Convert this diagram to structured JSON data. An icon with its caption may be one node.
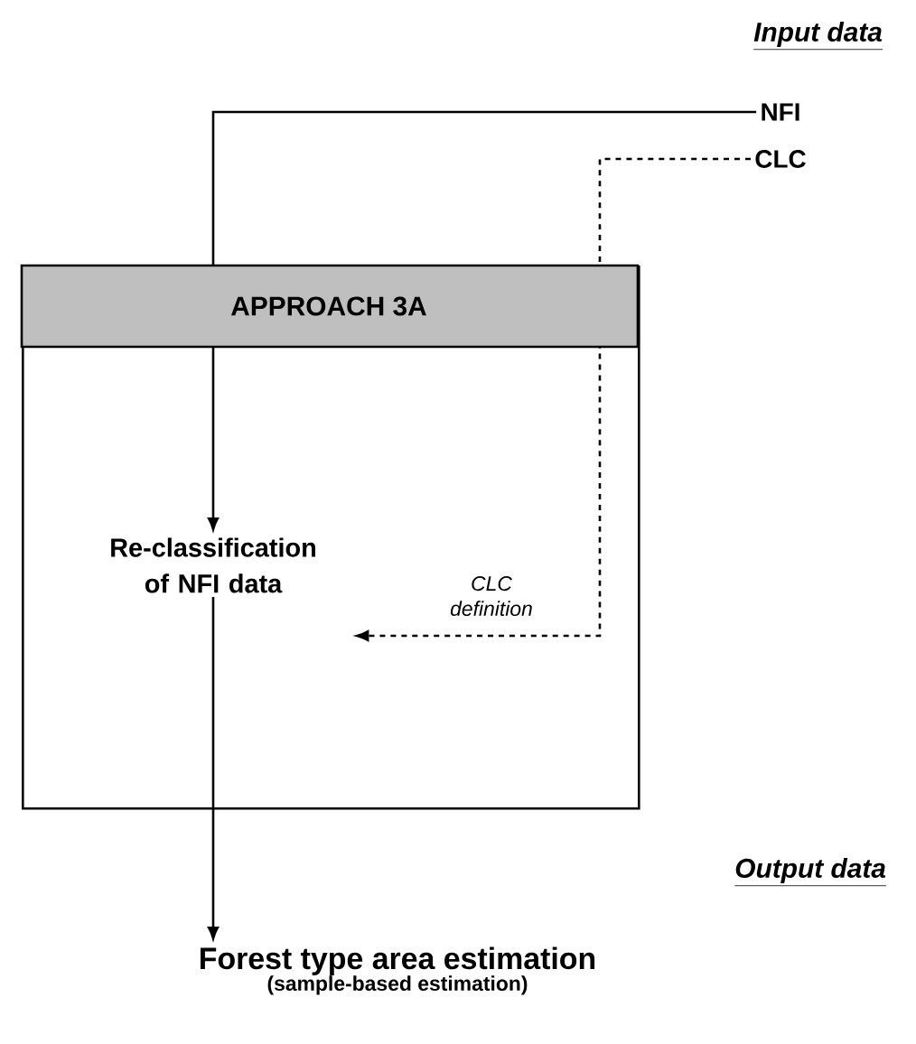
{
  "diagram": {
    "nodes": [
      {
        "text": [
          "APPROACH 3A"
        ]
      },
      {
        "text": [
          "NFI"
        ]
      },
      {
        "text": [
          "CLC"
        ]
      },
      {
        "text": [
          "Re-classification of NFI data"
        ],
        "in": 0
      },
      {
        "text": [
          "Forest type area estimation",
          "(sample-based estimation)"
        ]
      }
    ],
    "edges": [
      {
        "from": 1,
        "to": 3,
        "arrow": "to"
      },
      {
        "from": 2,
        "to": 3,
        "arrow": "to",
        "style": "dashed",
        "label": "CLC definition"
      },
      {
        "from": 3,
        "to": 4,
        "arrow": "to"
      }
    ],
    "labels": [
      "Input data",
      "Output data"
    ]
  }
}
